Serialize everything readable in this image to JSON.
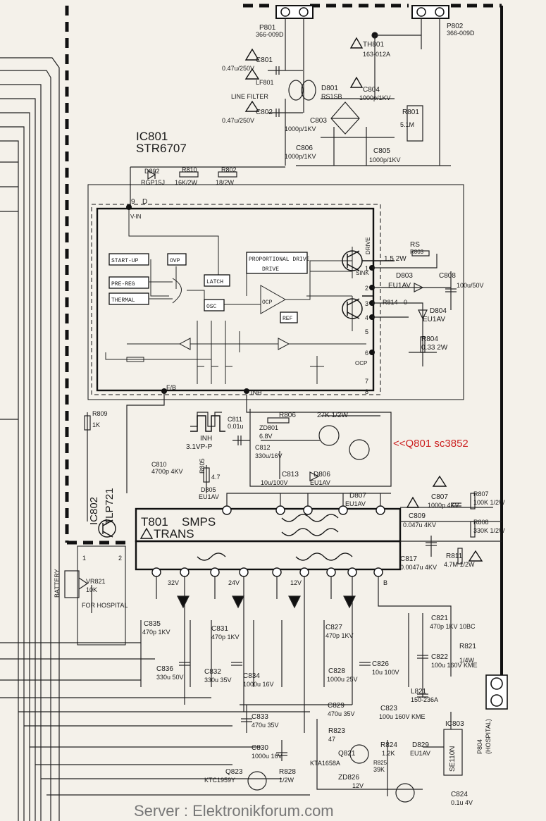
{
  "connectors": {
    "p801": {
      "ref": "P801",
      "part": "366-009D"
    },
    "p802": {
      "ref": "P802",
      "part": "366-009D"
    }
  },
  "input_filter": {
    "th801": {
      "ref": "TH801",
      "part": "163-012A"
    },
    "c801": {
      "ref": "C801",
      "value": "0.47u/250V"
    },
    "lf801": {
      "ref": "LF801",
      "name": "LINE FILTER"
    },
    "c802": {
      "ref": "C802",
      "value": "0.47u/250V"
    },
    "d801": {
      "ref": "D801",
      "part": "RS1SB"
    },
    "c804": {
      "ref": "C804",
      "value": "1000p/1KV"
    },
    "c803": {
      "ref": "C803",
      "value": "1000p/1KV"
    },
    "c806": {
      "ref": "C806",
      "value": "1000p/1KV"
    },
    "c805": {
      "ref": "C805",
      "value": "1000p/1KV"
    },
    "r801": {
      "ref": "R801",
      "value": "5.1M"
    }
  },
  "ic801": {
    "ref": "IC801",
    "part": "STR6707",
    "d802": {
      "ref": "D802",
      "part": "RGP15J"
    },
    "r810": {
      "ref": "R810",
      "value": "16K/2W"
    },
    "r802": {
      "ref": "R802",
      "value": "18/2W"
    },
    "pin_vin": "V-IN",
    "pin_9": "9",
    "pin_d": "D",
    "blocks": {
      "start_up": "START-UP",
      "ovp": "OVP",
      "pre_reg": "PRE-REG",
      "thermal": "THERMAL",
      "latch": "LATCH",
      "osc": "OSC",
      "proportional_drive": "PROPORTIONAL DRIVE",
      "ocp": "OCP",
      "ref": "REF"
    },
    "pin_drive": "DRIVE",
    "pin_sink": "SINK",
    "pin_fb": "F/B",
    "pin_inh": "INH",
    "pin_ocp": "OCP",
    "pin_numbers": [
      "1",
      "2",
      "3",
      "4",
      "5",
      "6",
      "7",
      "8"
    ]
  },
  "drive_side": {
    "r803": {
      "ref": "R803",
      "value": "1.5 2W"
    },
    "r803_alt": "RS",
    "d803": {
      "ref": "D803",
      "part": "EU1AV"
    },
    "c808": {
      "ref": "C808",
      "value": "100u/50V"
    },
    "r814": {
      "ref": "R814",
      "value": "0"
    },
    "d804": {
      "ref": "D804",
      "part": "EU1AV"
    },
    "r804": {
      "ref": "R804",
      "value": "0.33 2W"
    }
  },
  "inh_network": {
    "r809": {
      "ref": "R809",
      "value": "1K"
    },
    "r806": {
      "ref": "R806",
      "value": "27K 1/2W"
    },
    "c811": {
      "ref": "C811",
      "value": "0.01u"
    },
    "zd801": {
      "ref": "ZD801",
      "value": "6.8V"
    },
    "c812": {
      "ref": "C812",
      "value": "330u/16V"
    },
    "c813": {
      "ref": "C813",
      "value": "10u/100V"
    },
    "d806": {
      "ref": "D806",
      "part": "EU1AV"
    },
    "r805": {
      "ref": "R805",
      "value": "4.7"
    },
    "d805": {
      "ref": "D805",
      "part": "EU1AV"
    },
    "d807": {
      "ref": "D807",
      "part": "EU1AV"
    },
    "c810": {
      "ref": "C810",
      "value": "4700p 4KV"
    },
    "inh_wave": "INH",
    "inh_level": "3.1VP-P"
  },
  "annotation": "<<Q801 sc3852",
  "ic802": {
    "ref": "IC802",
    "part": "TLP721"
  },
  "transformer": {
    "ref": "T801",
    "name": "SMPS",
    "sub": "TRANS"
  },
  "snubber": {
    "c807": {
      "ref": "C807",
      "value": "1000p 4KV"
    },
    "c809": {
      "ref": "C809",
      "value": "0.047u 4KV"
    },
    "r807": {
      "ref": "R807",
      "value": "100K 1/2W"
    },
    "r808": {
      "ref": "R808",
      "value": "330K 1/2W"
    },
    "c817": {
      "ref": "C817",
      "value": "0.0047u 4KV"
    },
    "r811": {
      "ref": "R811",
      "value": "4.7M 1/2W"
    }
  },
  "secondaries": {
    "rails": [
      "32V",
      "24V",
      "12V",
      "B"
    ]
  },
  "low_side": {
    "vr821": {
      "ref": "VR821",
      "value": "10K",
      "note": "FOR HOSPITAL"
    },
    "battery": "BATTERY",
    "c835": {
      "ref": "C835",
      "value": "470p 1KV"
    },
    "c836": {
      "ref": "C836",
      "value": "330u 50V"
    },
    "c831": {
      "ref": "C831",
      "value": "470p 1KV"
    },
    "c832": {
      "ref": "C832",
      "value": "330u 35V"
    },
    "c834": {
      "ref": "C834",
      "value": "1000u 16V"
    },
    "c827": {
      "ref": "C827",
      "value": "470p 1KV"
    },
    "c828": {
      "ref": "C828",
      "value": "1000u 25V"
    },
    "c826": {
      "ref": "C826",
      "value": "10u 100V"
    },
    "c829": {
      "ref": "C829",
      "value": "470u 35V"
    },
    "c833": {
      "ref": "C833",
      "value": "470u 35V"
    },
    "c830": {
      "ref": "C830",
      "value": "1000u 16V"
    },
    "r823": {
      "ref": "R823",
      "value": "47"
    },
    "q821": {
      "ref": "Q821",
      "part": "KTA1658A"
    },
    "zd826": {
      "ref": "ZD826",
      "value": "12V"
    },
    "q823": {
      "ref": "Q823",
      "part": "KTC1959Y"
    },
    "r824": {
      "ref": "R824",
      "value": "1.2K"
    },
    "r825": {
      "ref": "R825",
      "value": "39K"
    },
    "d829": {
      "ref": "D829",
      "part": "EU1AV"
    },
    "ic803": {
      "ref": "IC803",
      "part": "SE110N"
    },
    "c821": {
      "ref": "C821",
      "value": "470p 1KV 10BC"
    },
    "r821": {
      "ref": "R821",
      "value": "1/4W"
    },
    "c822": {
      "ref": "C822",
      "value": "100u 160V KME"
    },
    "l821": {
      "ref": "L821",
      "part": "150-236A"
    },
    "c823": {
      "ref": "C823",
      "value": "100u 160V KME"
    },
    "r828": {
      "ref": "R828",
      "value": "1/2W"
    },
    "p804": {
      "ref": "P804",
      "note": "(HOSPITAL)"
    },
    "c824": {
      "ref": "C824",
      "value": "0.1u 4V"
    }
  },
  "watermark": "Server : Elektronikforum.com"
}
